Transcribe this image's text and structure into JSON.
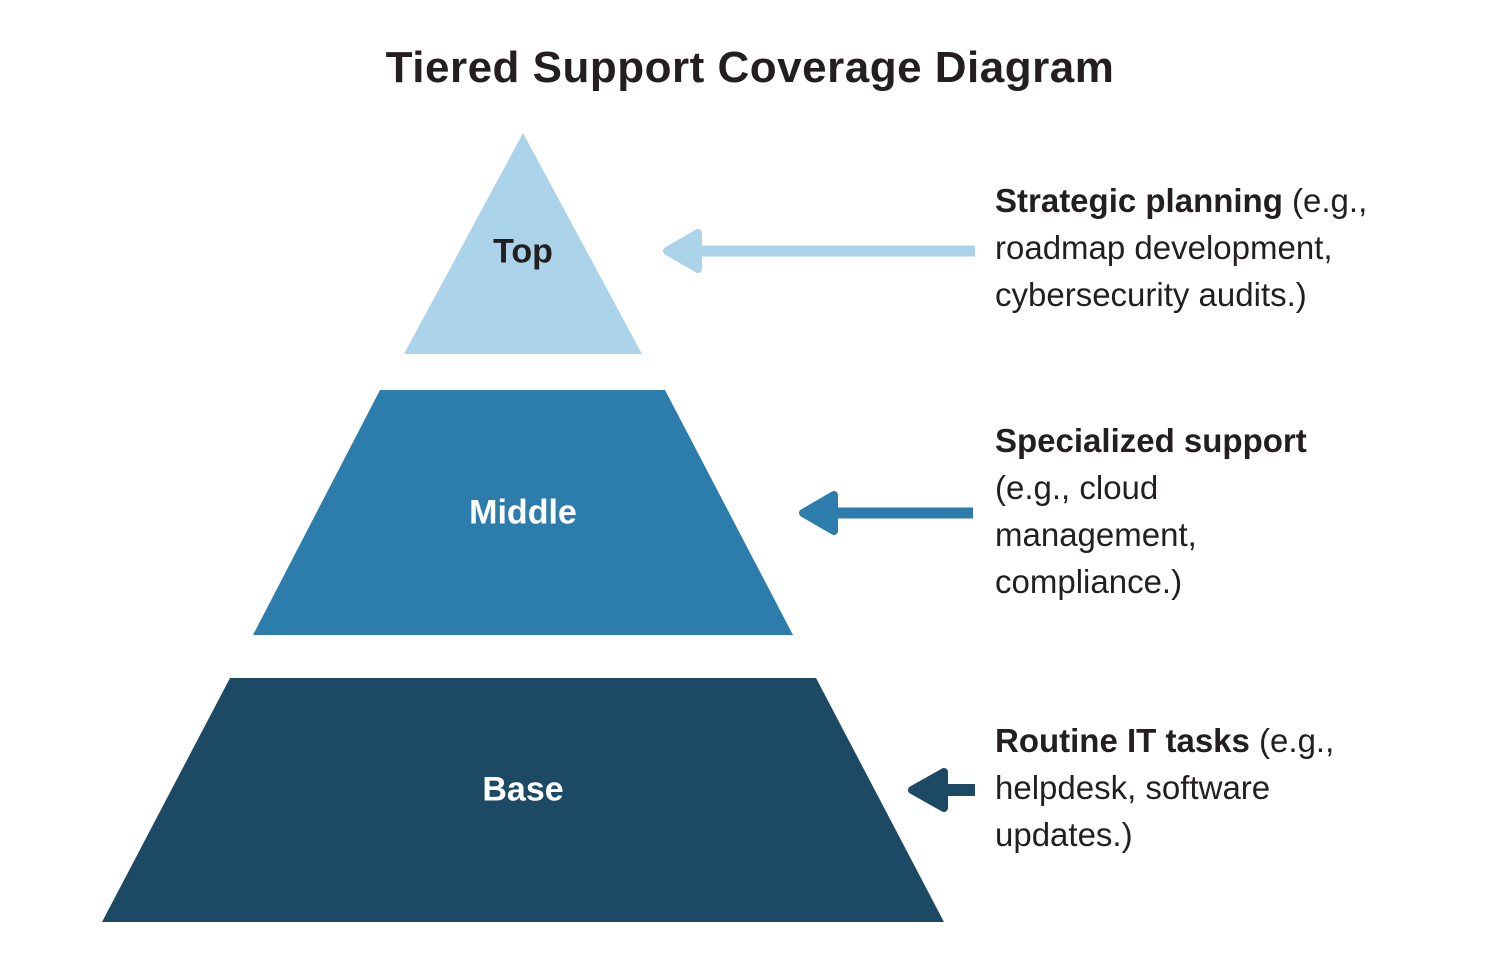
{
  "title": "Tiered Support Coverage Diagram",
  "colors": {
    "background": "#ffffff",
    "text": "#231f20"
  },
  "tiers": [
    {
      "label": "Top",
      "color": "#abd3e9",
      "label_color": "#231f20",
      "annotation": {
        "bold": "Strategic planning",
        "after_bold": " (e.g.,",
        "line2": "roadmap development,",
        "line3": "cybersecurity audits.)"
      }
    },
    {
      "label": "Middle",
      "color": "#2d7dac",
      "label_color": "#ffffff",
      "annotation": {
        "bold": "Specialized support",
        "after_bold": "",
        "line2": "(e.g., cloud",
        "line3": "management,",
        "line4": "compliance.)"
      }
    },
    {
      "label": "Base",
      "color": "#1c4963",
      "label_color": "#ffffff",
      "annotation": {
        "bold": "Routine IT tasks",
        "after_bold": " (e.g.,",
        "line2": "helpdesk, software",
        "line3": "updates.)"
      }
    }
  ]
}
